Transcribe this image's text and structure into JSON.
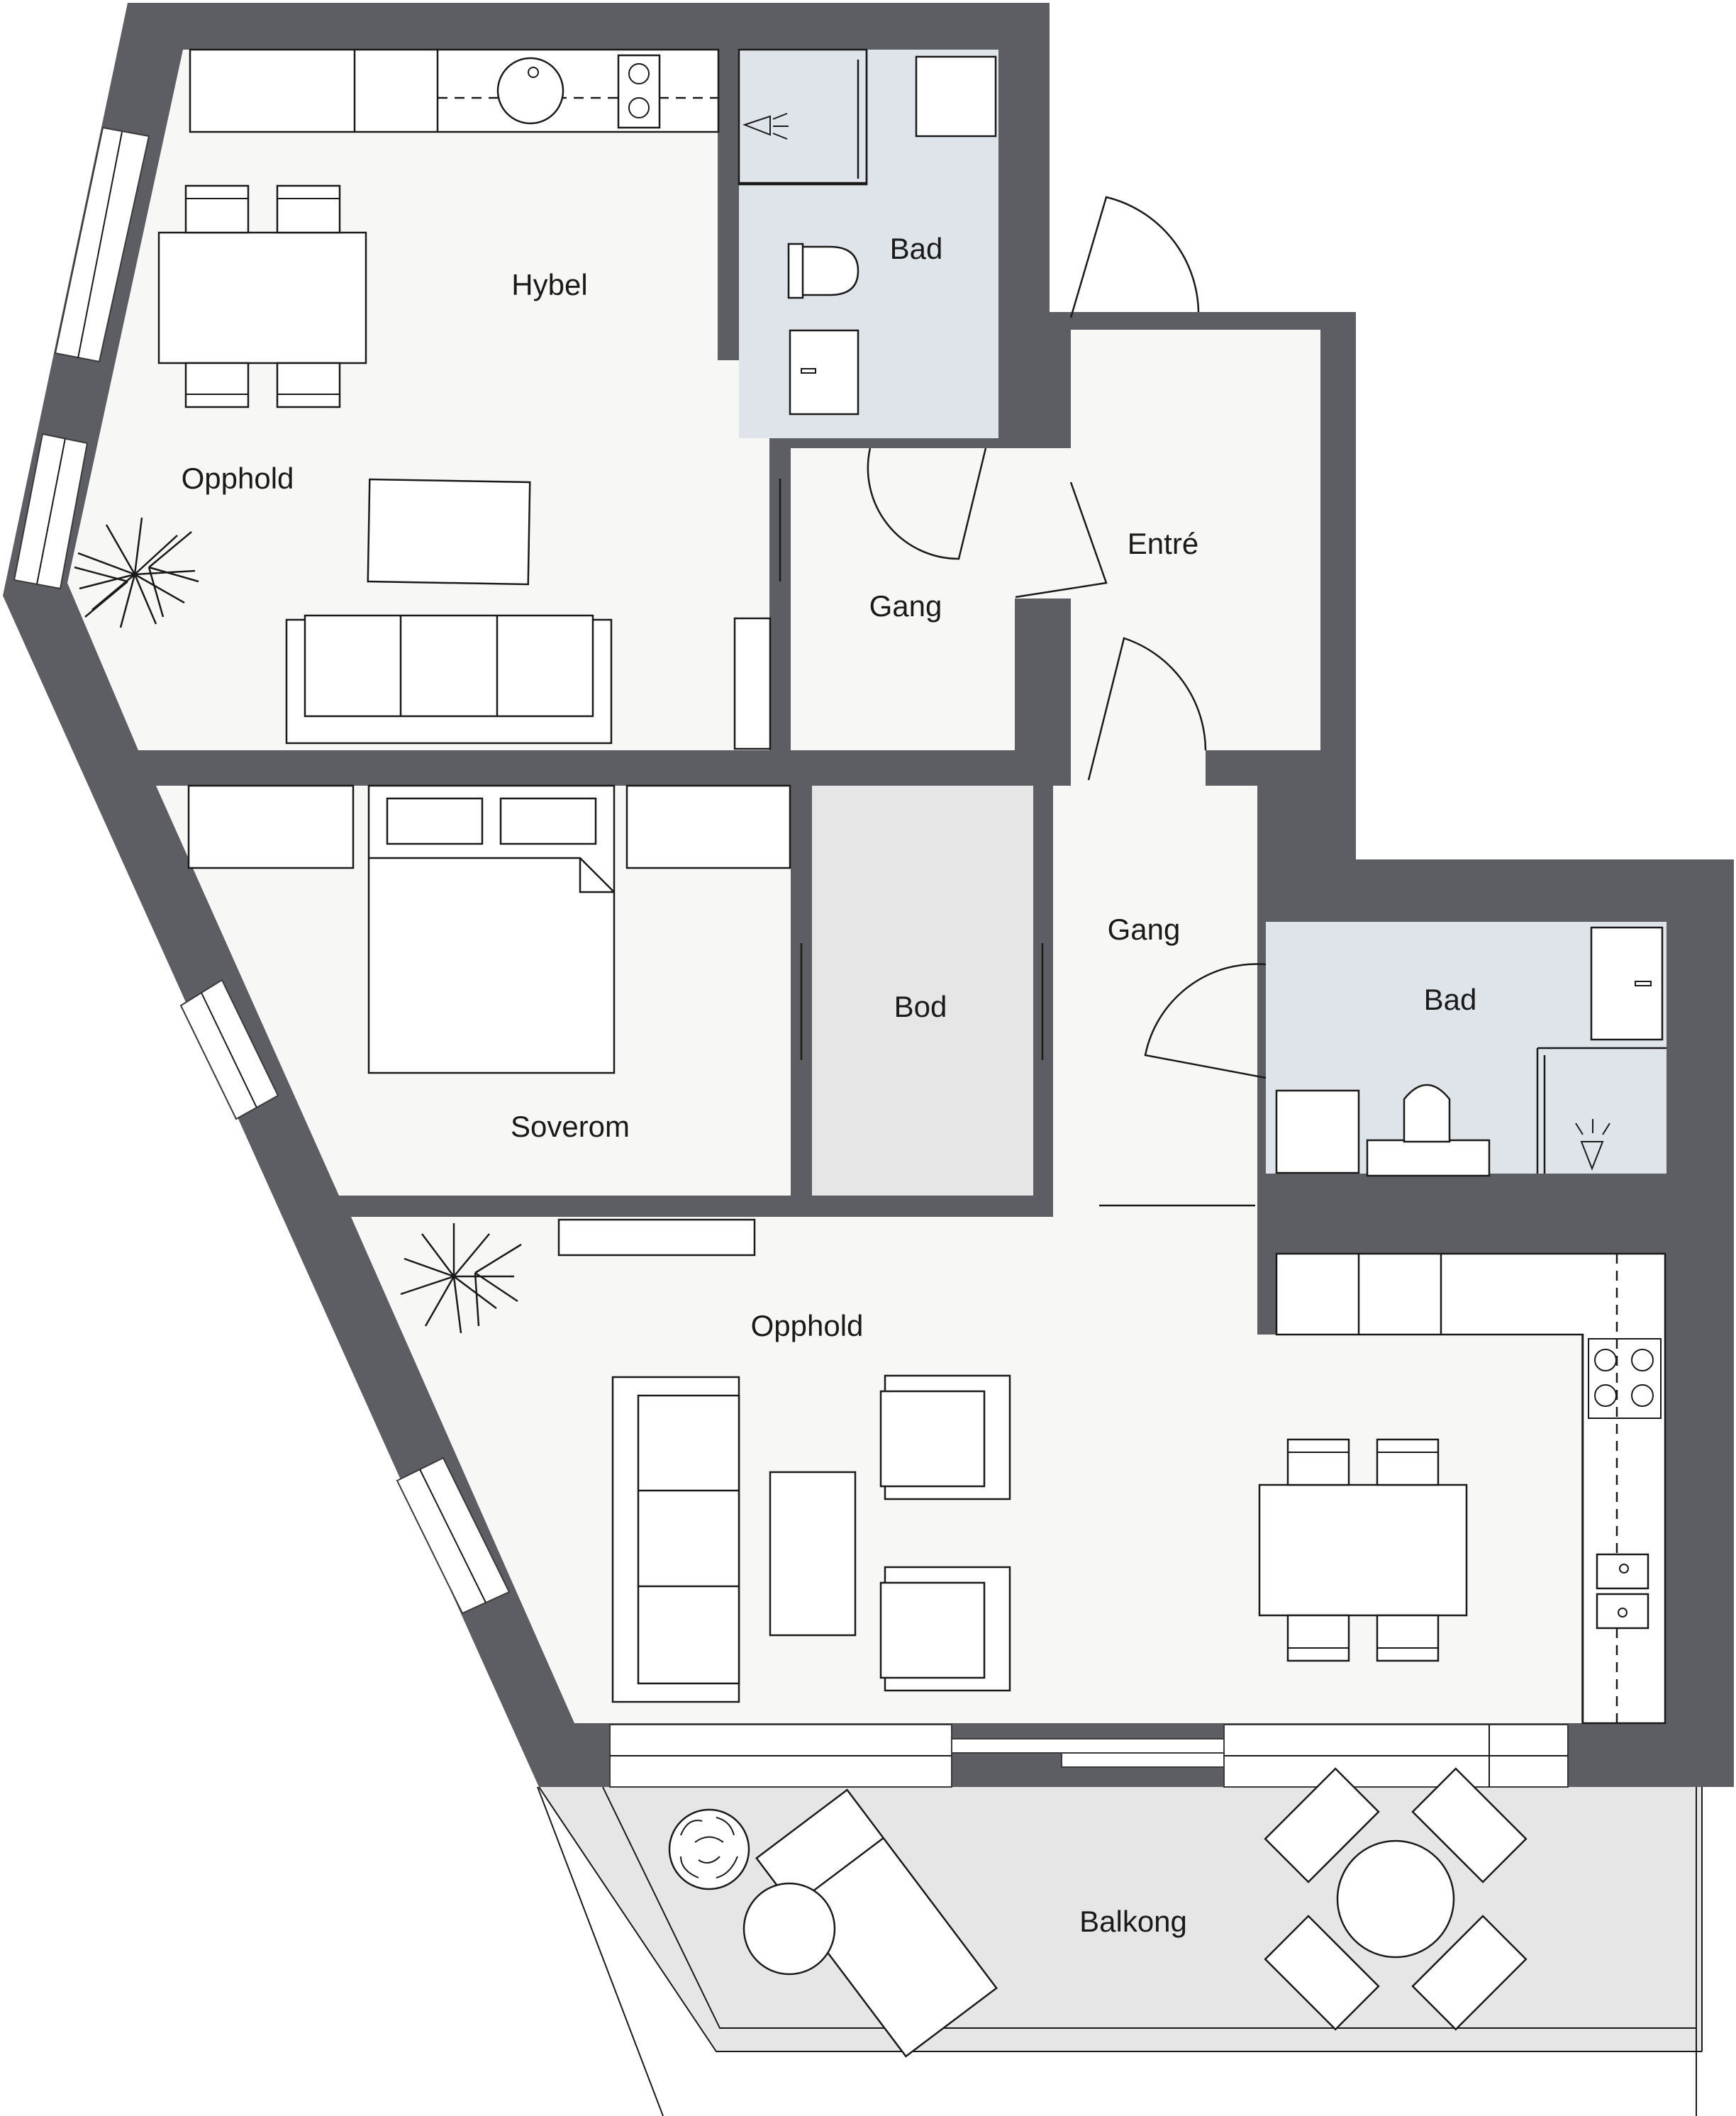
{
  "floorplan": {
    "rooms": {
      "hybel": "Hybel",
      "opphold_upper": "Opphold",
      "bad_upper": "Bad",
      "gang_upper": "Gang",
      "entre": "Entré",
      "soverom": "Soverom",
      "bod": "Bod",
      "gang_lower": "Gang",
      "bad_lower": "Bad",
      "opphold_lower": "Opphold",
      "balkong": "Balkong"
    }
  },
  "colors": {
    "wall": "#5c5e63",
    "floor": "#f7f7f6",
    "wet_room": "#dfe3ea",
    "storage": "#e6e6e6",
    "balcony": "#e6e6e6",
    "furniture_stroke": "#1a1a1a"
  }
}
